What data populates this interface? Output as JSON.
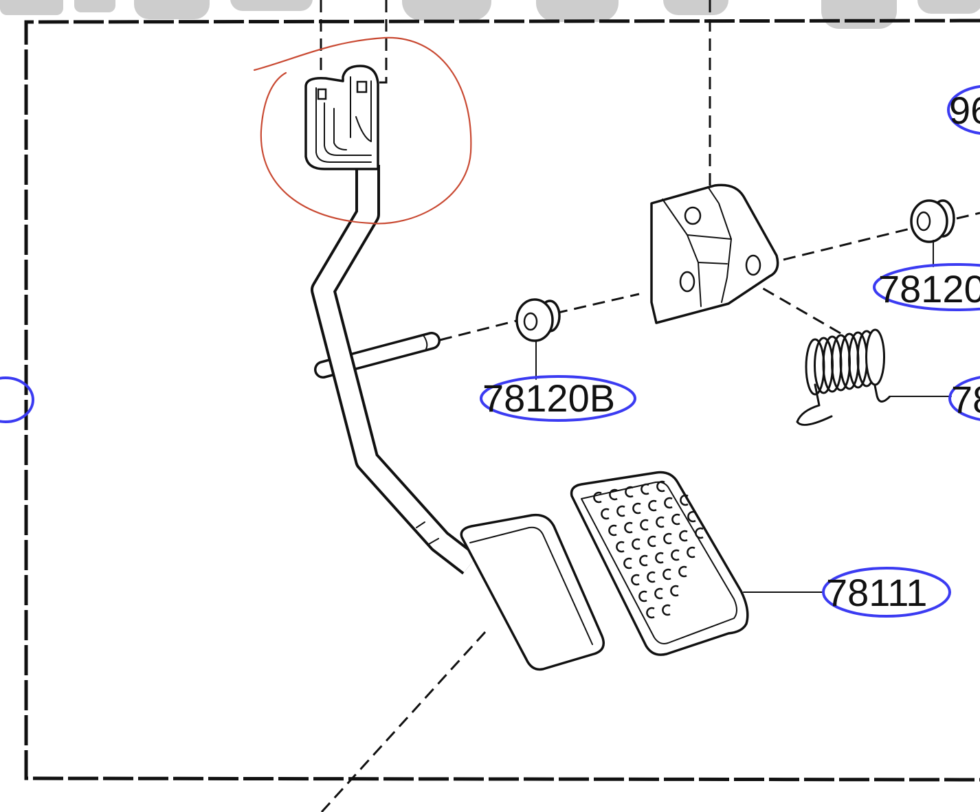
{
  "diagram": {
    "labels": {
      "part_96": "96",
      "part_78120_right": "78120",
      "part_78120B": "78120B",
      "part_78_right": "78",
      "part_78111": "78111"
    }
  },
  "colors": {
    "label_outline": "#3b3bf2",
    "annotation_circle": "#c94a33",
    "line_art": "#111111",
    "watermark": "#cdcdcd"
  }
}
